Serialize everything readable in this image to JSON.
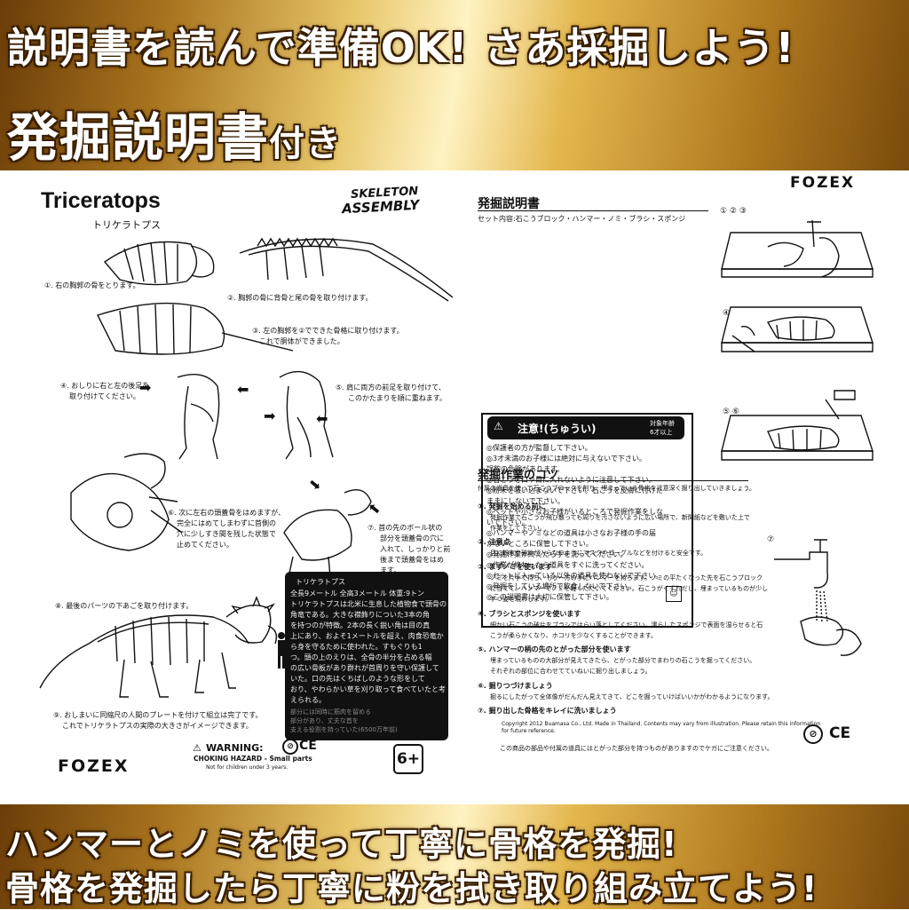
{
  "banner": {
    "line1": "説明書を読んで準備OK! さあ採掘しよう!",
    "line2_main": "発掘説明書",
    "line2_suffix": "付き",
    "bottom1": "ハンマーとノミを使って丁寧に骨格を発掘!",
    "bottom2": "骨格を発掘したら丁寧に粉を拭き取り組み立てよう!"
  },
  "left_page": {
    "title": "Triceratops",
    "subtitle": "トリケラトプス",
    "logo_line1": "SKELETON",
    "logo_line2": "ASSEMBLY",
    "steps": [
      "①. 右の胸郭の骨をとります。",
      "②. 胸郭の骨に背骨と尾の骨を取り付けます。",
      "③. 左の胸郭を②でできた骨格に取り付けます。",
      "これで胴体ができました。",
      "④. おしりに右と左の後足を",
      "取り付けてください。",
      "⑤. 肩に両方の前足を取り付けて、",
      "このかたまりを順に重ねます。",
      "⑥. 次に左右の頭蓋骨をはめますが、",
      "完全にはめてしまわずに首側の",
      "穴に少しすき間を残した状態で",
      "止めてください。",
      "⑦. 首の先のボール状の",
      "部分を頭蓋骨の穴に",
      "入れて、しっかりと前",
      "後まで頭蓋骨をはめ",
      "ます。",
      "⑧. 最後のパーツの下あごを取り付けます。",
      "⑨. おしまいに同縮尺の人間のプレートを付けて組立は完了です。",
      "これでトリケラトプスの実際の大きさがイメージできます。"
    ],
    "info_box": [
      "トリケラトプス",
      "全長9メートル 全高3メートル 体重:9トン",
      "トリケラトプスは北米に生息した植物食で頭骨の",
      "角竜である。大きな襟飾りについた3本の角",
      "を持つのが特徴。2本の長く鋭い角は目の真",
      "上にあり、およそ1メートルを超え、肉食恐竜か",
      "ら身を守るために使われた。すもぐりも1",
      "つ。頭の上のえりは、全骨の半分を占める幅",
      "の広い骨板があり群れが首周りを守い保護して",
      "いた。口の先はくちばしのような形をして",
      "おり、やわらかい草を刈り取って食べていたと考",
      "えられる。",
      "部分には同時に筋肉を留める",
      "部分があり、丈夫な首を",
      "支える役割を持っていた(6500万年前)"
    ],
    "warning": "WARNING:",
    "warning_sub": "CHOKING HAZARD - Small parts",
    "warning_note": "Not for children under 3 years.",
    "ce": "CE",
    "age_badge": "6+",
    "brand": "FOZEX"
  },
  "right_page": {
    "brand": "FOZEX",
    "title": "発掘説明書",
    "set_contents": "セット内容:石こうブロック・ハンマー・ノミ・ブラシ・スポンジ",
    "caution_title": "注意!(ちゅうい)",
    "caution_age": "対象年齢",
    "caution_age2": "6才以上",
    "caution_items": [
      "◎保護者の方が監督して下さい。",
      "◎3才未満のお子様には絶対に与えないで下さい。",
      "  誤飲の危険があります。",
      "◎石こうを口や目に入れないように注意して下さい。",
      "◎粉末を吸い込まないで下さい。石こうを皮膚に付けた",
      "  ままにしないで下さい。",
      "◎ペットや小さなお子様がいるところで発掘作業をしな",
      "  いで下さい。",
      "◎ハンマーやノミなどの道具は小さなお子様の手の届",
      "  かないところに保管して下さい。",
      "◎発掘作業が終えたら手を洗ってください。",
      "◎作業が終わったら道具をすぐに洗ってください。",
      "◎セットに入っている以外の道具を使わないで下さい。",
      "◎発掘をしている場所で飲食しないで下さい。",
      "◎この説明書は大切に保管して下さい。"
    ],
    "illus_labels": [
      "① ② ③",
      "④",
      "⑤ ⑥",
      "⑦"
    ],
    "tips_title": "発掘作業のコツ",
    "tips_intro": "付属の道具を使って石こうブロックを削り、埋まっている骨格を注意深く掘り出していきましょう。",
    "tips": [
      {
        "head": "①. 発掘を始める前に",
        "body": [
          "発掘作業で石こうが飛び散っても周りを汚さないように広い場所で、新聞紙などを敷いた上で",
          "作業をして下さい。"
        ]
      },
      {
        "head": "②. 注意点",
        "body": [
          "目に粉末や破片が入らないようにマスクやゴーグルなどを付けると安全です。"
        ]
      },
      {
        "head": "③. まずノミを使います",
        "body": [
          "ノミを片手で持ち、もう一方の手にハンマーを持ちます。ノミの平たくなった先を石こうブロック",
          "に当てて、ハンマーでノミを軽くたたいてください。石こうがくずれだし、埋まっているものが少し",
          "ずつ姿を現わします。"
        ]
      },
      {
        "head": "④. ブラシとスポンジを使います",
        "body": [
          "細かい石こうの破片をブラシではらい落としてください。濡らしたスポンジで表面を湿らせると石",
          "こうが柔らかくなり、ホコリを少なくすることができます。"
        ]
      },
      {
        "head": "⑤. ハンマーの柄の先のとがった部分を使います",
        "body": [
          "埋まっているものの大部分が見えてきたら、とがった部分でまわりの石こうを掘ってください。",
          "それぞれの部位に合わせてていねいに掘り出しましょう。"
        ]
      },
      {
        "head": "⑥. 掘りつづけましょう",
        "body": [
          "掘るにしたがって全体像がだんだん見えてきて、どこを掘っていけばいいかがわかるようになります。"
        ]
      },
      {
        "head": "⑦. 掘り出した骨格をキレイに洗いましょう",
        "body": []
      }
    ],
    "copyright1": "Copyright 2012 Buamasa Co., Ltd. Made in Thailand. Contents may vary from illustration. Please retain this information",
    "copyright2": "for future reference.",
    "footer_note": "この商品の部品や付属の道具にはとがった部分を持つものがありますのでケガにご注意ください。",
    "ce": "CE"
  }
}
